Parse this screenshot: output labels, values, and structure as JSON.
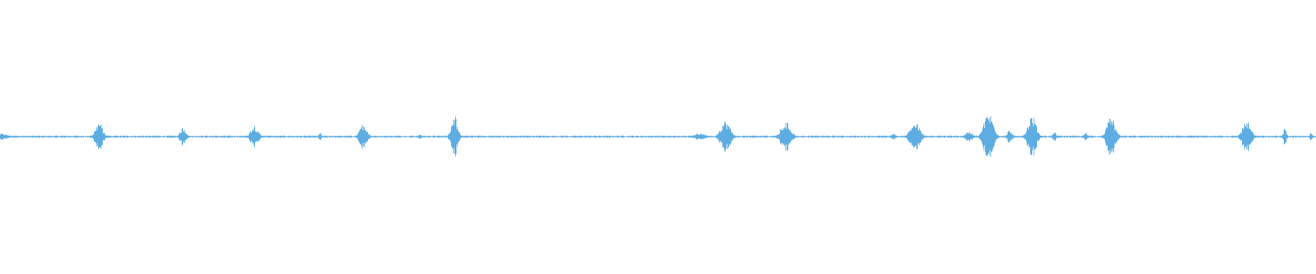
{
  "waveform": {
    "color": "#5DADE2",
    "baseline_amplitude": 0.004,
    "bursts": [
      {
        "t": 0.0,
        "amp": 0.012,
        "width": 0.012
      },
      {
        "t": 0.075,
        "amp": 0.055,
        "width": 0.006
      },
      {
        "t": 0.139,
        "amp": 0.035,
        "width": 0.005
      },
      {
        "t": 0.193,
        "amp": 0.045,
        "width": 0.006
      },
      {
        "t": 0.243,
        "amp": 0.015,
        "width": 0.002
      },
      {
        "t": 0.276,
        "amp": 0.05,
        "width": 0.006
      },
      {
        "t": 0.319,
        "amp": 0.01,
        "width": 0.003
      },
      {
        "t": 0.345,
        "amp": 0.085,
        "width": 0.005
      },
      {
        "t": 0.531,
        "amp": 0.012,
        "width": 0.01
      },
      {
        "t": 0.551,
        "amp": 0.06,
        "width": 0.008
      },
      {
        "t": 0.597,
        "amp": 0.055,
        "width": 0.008
      },
      {
        "t": 0.679,
        "amp": 0.012,
        "width": 0.004
      },
      {
        "t": 0.695,
        "amp": 0.055,
        "width": 0.008
      },
      {
        "t": 0.736,
        "amp": 0.02,
        "width": 0.006
      },
      {
        "t": 0.751,
        "amp": 0.09,
        "width": 0.008
      },
      {
        "t": 0.767,
        "amp": 0.025,
        "width": 0.004
      },
      {
        "t": 0.784,
        "amp": 0.08,
        "width": 0.007
      },
      {
        "t": 0.801,
        "amp": 0.02,
        "width": 0.003
      },
      {
        "t": 0.825,
        "amp": 0.018,
        "width": 0.003
      },
      {
        "t": 0.844,
        "amp": 0.075,
        "width": 0.007
      },
      {
        "t": 0.947,
        "amp": 0.06,
        "width": 0.007
      },
      {
        "t": 0.976,
        "amp": 0.03,
        "width": 0.003
      },
      {
        "t": 0.996,
        "amp": 0.02,
        "width": 0.002
      }
    ]
  }
}
